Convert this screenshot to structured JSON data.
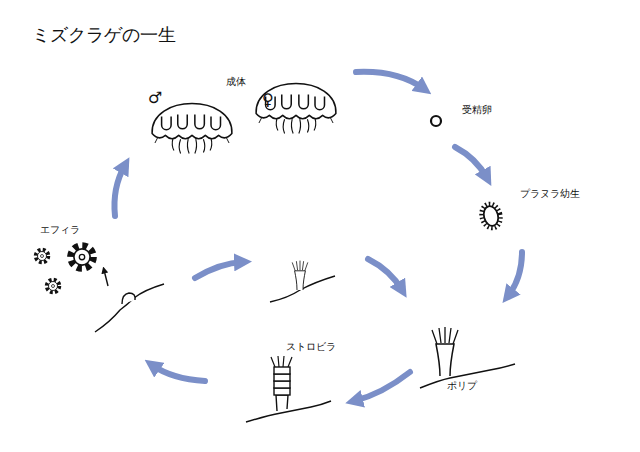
{
  "diagram": {
    "title": "ミズクラゲの一生",
    "labels": [
      "成体",
      "♂",
      "♀",
      "受精卵",
      "プラヌラ幼生",
      "ポリプ",
      "ストロビラ",
      "エフィラ"
    ]
  }
}
